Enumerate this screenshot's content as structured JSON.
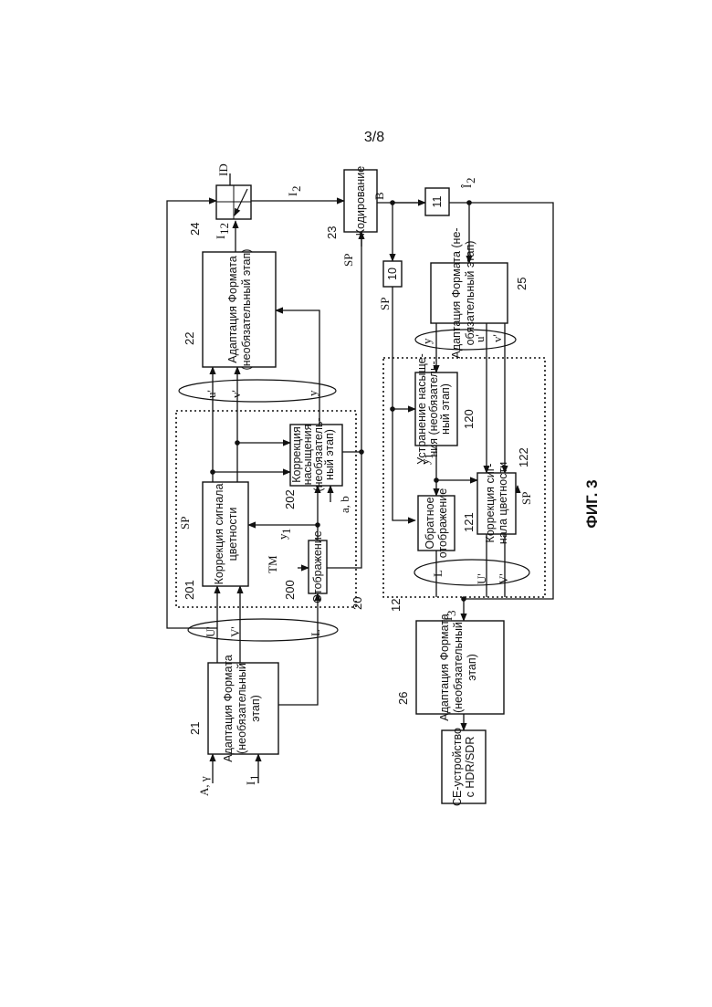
{
  "page_number": "3/8",
  "figure_caption": "ФИГ. 3",
  "blocks": {
    "b21": {
      "number": "21",
      "line1": "Адаптация Формата",
      "line2": "(необязательный",
      "line3": "этап)"
    },
    "b201": {
      "number": "201",
      "line1": "Коррекция сигнала",
      "line2": "цветности"
    },
    "b200": {
      "number": "200",
      "line1": "Отображение"
    },
    "b202": {
      "number": "202",
      "line1": "Коррекция",
      "line2": "насыщения",
      "line3": "(необязатель-",
      "line4": "ный этап)"
    },
    "b22": {
      "number": "22",
      "line1": "Адаптация Формата",
      "line2": "(необязательный этап)"
    },
    "b24": {
      "number": "24"
    },
    "b23": {
      "number": "23",
      "line1": "Кодирование"
    },
    "b10": {
      "label": "10"
    },
    "b11": {
      "label": "11"
    },
    "b25": {
      "number": "25",
      "line1": "Адаптация Формата (не-",
      "line2": "обязательный этап)"
    },
    "b120": {
      "number": "120",
      "line1": "Устранение насыще-",
      "line2": "ния (необязатель-",
      "line3": "ный этап)"
    },
    "b121": {
      "number": "121",
      "line1": "Обратное",
      "line2": "отображение"
    },
    "b122": {
      "number": "122",
      "line1": "Коррекция сиг-",
      "line2": "нала цветности"
    },
    "b26": {
      "number": "26",
      "line1": "Адаптация Формата",
      "line2": "(необязательный",
      "line3": "этап)"
    },
    "bce": {
      "line1": "CE-устройство",
      "line2": "с HDR/SDR"
    }
  },
  "groups": {
    "g20": "20",
    "g12": "12"
  },
  "signals": {
    "a_gamma": "A, γ",
    "i1": "I",
    "i1_sub": "1",
    "u_prime": "U'",
    "v_prime": "V'",
    "l": "L",
    "sp": "SP",
    "tm": "TM",
    "y1": "y",
    "y1_sub": "1",
    "ab": "a, b",
    "u_small": "u'",
    "v_small": "v'",
    "y": "y",
    "i12": "I",
    "i12_sub": "12",
    "id": "ID",
    "i2": "I",
    "i2_sub": "2",
    "b": "B",
    "i2hat": "Î",
    "i2hat_sub": "2",
    "sp2": "SP",
    "u_small2": "u'",
    "v_small2": "v'",
    "y2": "y",
    "y1b": "y",
    "y1b_sub": "1",
    "sp3": "SP",
    "l2": "L",
    "u_prime2": "U'",
    "v_prime2": "V'",
    "i3": "I",
    "i3_sub": "3"
  }
}
